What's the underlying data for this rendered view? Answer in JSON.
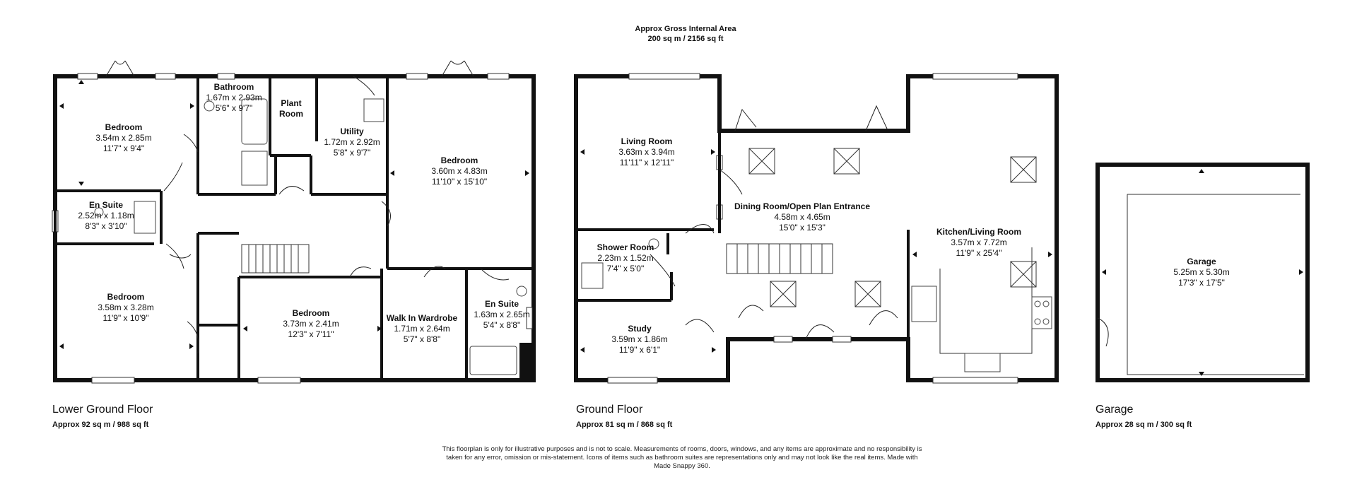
{
  "header": {
    "title": "Approx Gross Internal Area",
    "area": "200 sq m / 2156 sq ft"
  },
  "floors": [
    {
      "key": "lower",
      "name": "Lower Ground Floor",
      "area": "Approx 92 sq m / 988 sq ft"
    },
    {
      "key": "ground",
      "name": "Ground Floor",
      "area": "Approx 81 sq m / 868 sq ft"
    },
    {
      "key": "garage",
      "name": "Garage",
      "area": "Approx 28 sq m / 300 sq ft"
    }
  ],
  "rooms": [
    {
      "id": "lg-bedroom-1",
      "name": "Bedroom",
      "metric": "3.54m x 2.85m",
      "imperial": "11'7\" x 9'4\""
    },
    {
      "id": "lg-bathroom",
      "name": "Bathroom",
      "metric": "1.67m x 2.93m",
      "imperial": "5'6\" x 9'7\""
    },
    {
      "id": "lg-plant-room",
      "name": "Plant Room",
      "name_lines": [
        "Plant",
        "Room"
      ],
      "metric": "",
      "imperial": ""
    },
    {
      "id": "lg-utility",
      "name": "Utility",
      "metric": "1.72m x 2.92m",
      "imperial": "5'8\" x 9'7\""
    },
    {
      "id": "lg-bedroom-2",
      "name": "Bedroom",
      "metric": "3.60m x 4.83m",
      "imperial": "11'10\" x 15'10\""
    },
    {
      "id": "lg-en-suite-1",
      "name": "En Suite",
      "metric": "2.52m x 1.18m",
      "imperial": "8'3\" x 3'10\""
    },
    {
      "id": "lg-bedroom-3",
      "name": "Bedroom",
      "metric": "3.58m x 3.28m",
      "imperial": "11'9\" x 10'9\""
    },
    {
      "id": "lg-bedroom-4",
      "name": "Bedroom",
      "metric": "3.73m x 2.41m",
      "imperial": "12'3\" x 7'11\""
    },
    {
      "id": "lg-walk-in-wardrobe",
      "name": "Walk In Wardrobe",
      "metric": "1.71m x 2.64m",
      "imperial": "5'7\" x 8'8\""
    },
    {
      "id": "lg-en-suite-2",
      "name": "En Suite",
      "metric": "1.63m x 2.65m",
      "imperial": "5'4\" x 8'8\""
    },
    {
      "id": "gf-living-room",
      "name": "Living Room",
      "metric": "3.63m x 3.94m",
      "imperial": "11'11\" x 12'11\""
    },
    {
      "id": "gf-dining",
      "name": "Dining Room/Open Plan Entrance",
      "metric": "4.58m x 4.65m",
      "imperial": "15'0\" x 15'3\""
    },
    {
      "id": "gf-kitchen",
      "name": "Kitchen/Living Room",
      "metric": "3.57m x 7.72m",
      "imperial": "11'9\" x 25'4\""
    },
    {
      "id": "gf-shower-room",
      "name": "Shower Room",
      "metric": "2.23m x 1.52m",
      "imperial": "7'4\" x 5'0\""
    },
    {
      "id": "gf-study",
      "name": "Study",
      "metric": "3.59m x 1.86m",
      "imperial": "11'9\" x 6'1\""
    },
    {
      "id": "garage",
      "name": "Garage",
      "metric": "5.25m x 5.30m",
      "imperial": "17'3\" x 17'5\""
    }
  ],
  "disclaimer": "This floorplan is only for illustrative purposes and is not to scale. Measurements of rooms, doors, windows, and any items are approximate and no responsibility is taken for any error, omission or mis-statement. Icons of items such as bathroom suites are representations only and may not look like the real items. Made with Made Snappy 360."
}
